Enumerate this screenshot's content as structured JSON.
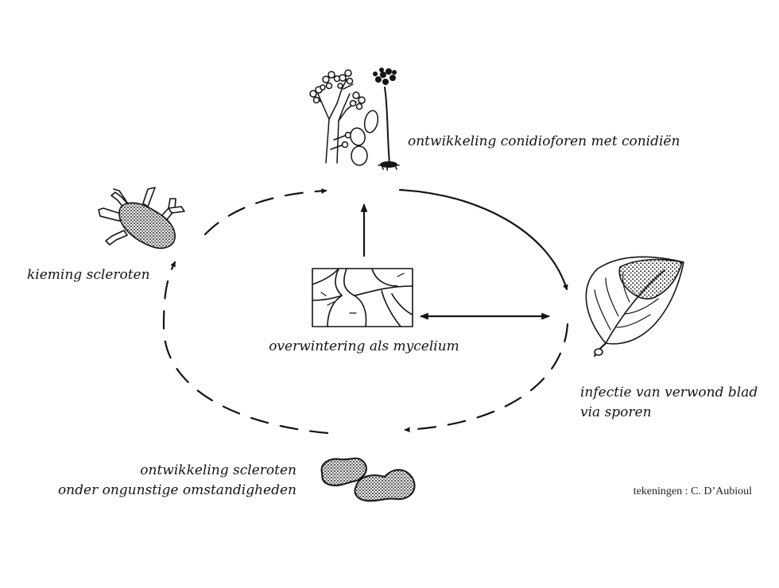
{
  "diagram": {
    "stages": {
      "conidiophores": "ontwikkeling conidioforen met conidiën",
      "leaf_infection_line1": "infectie van verwond blad",
      "leaf_infection_line2": "via sporen",
      "sclerotia_dev_line1": "ontwikkeling scleroten",
      "sclerotia_dev_line2": "onder ongunstige omstandigheden",
      "germination": "kieming scleroten",
      "overwintering": "overwintering als mycelium"
    },
    "credit": "tekeningen : C. D’Aubioul"
  },
  "colors": {
    "ink": "#141414",
    "background": "#ffffff"
  },
  "icons": [
    "germinating-sclerotium-icon",
    "conidiophore-tree-icon",
    "conidiophore-thin-icon",
    "conidium-spore-icon",
    "leaf-icon",
    "mycelium-icon",
    "sclerotia-icon"
  ]
}
